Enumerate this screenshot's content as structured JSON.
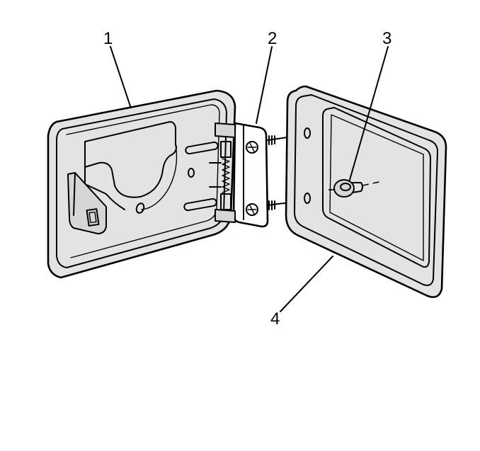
{
  "callouts": [
    {
      "id": "1",
      "label": "1"
    },
    {
      "id": "2",
      "label": "2"
    },
    {
      "id": "3",
      "label": "3"
    },
    {
      "id": "4",
      "label": "4"
    }
  ],
  "colors": {
    "line": "#000000",
    "shade": "#e3e3e3",
    "background": "#ffffff"
  }
}
